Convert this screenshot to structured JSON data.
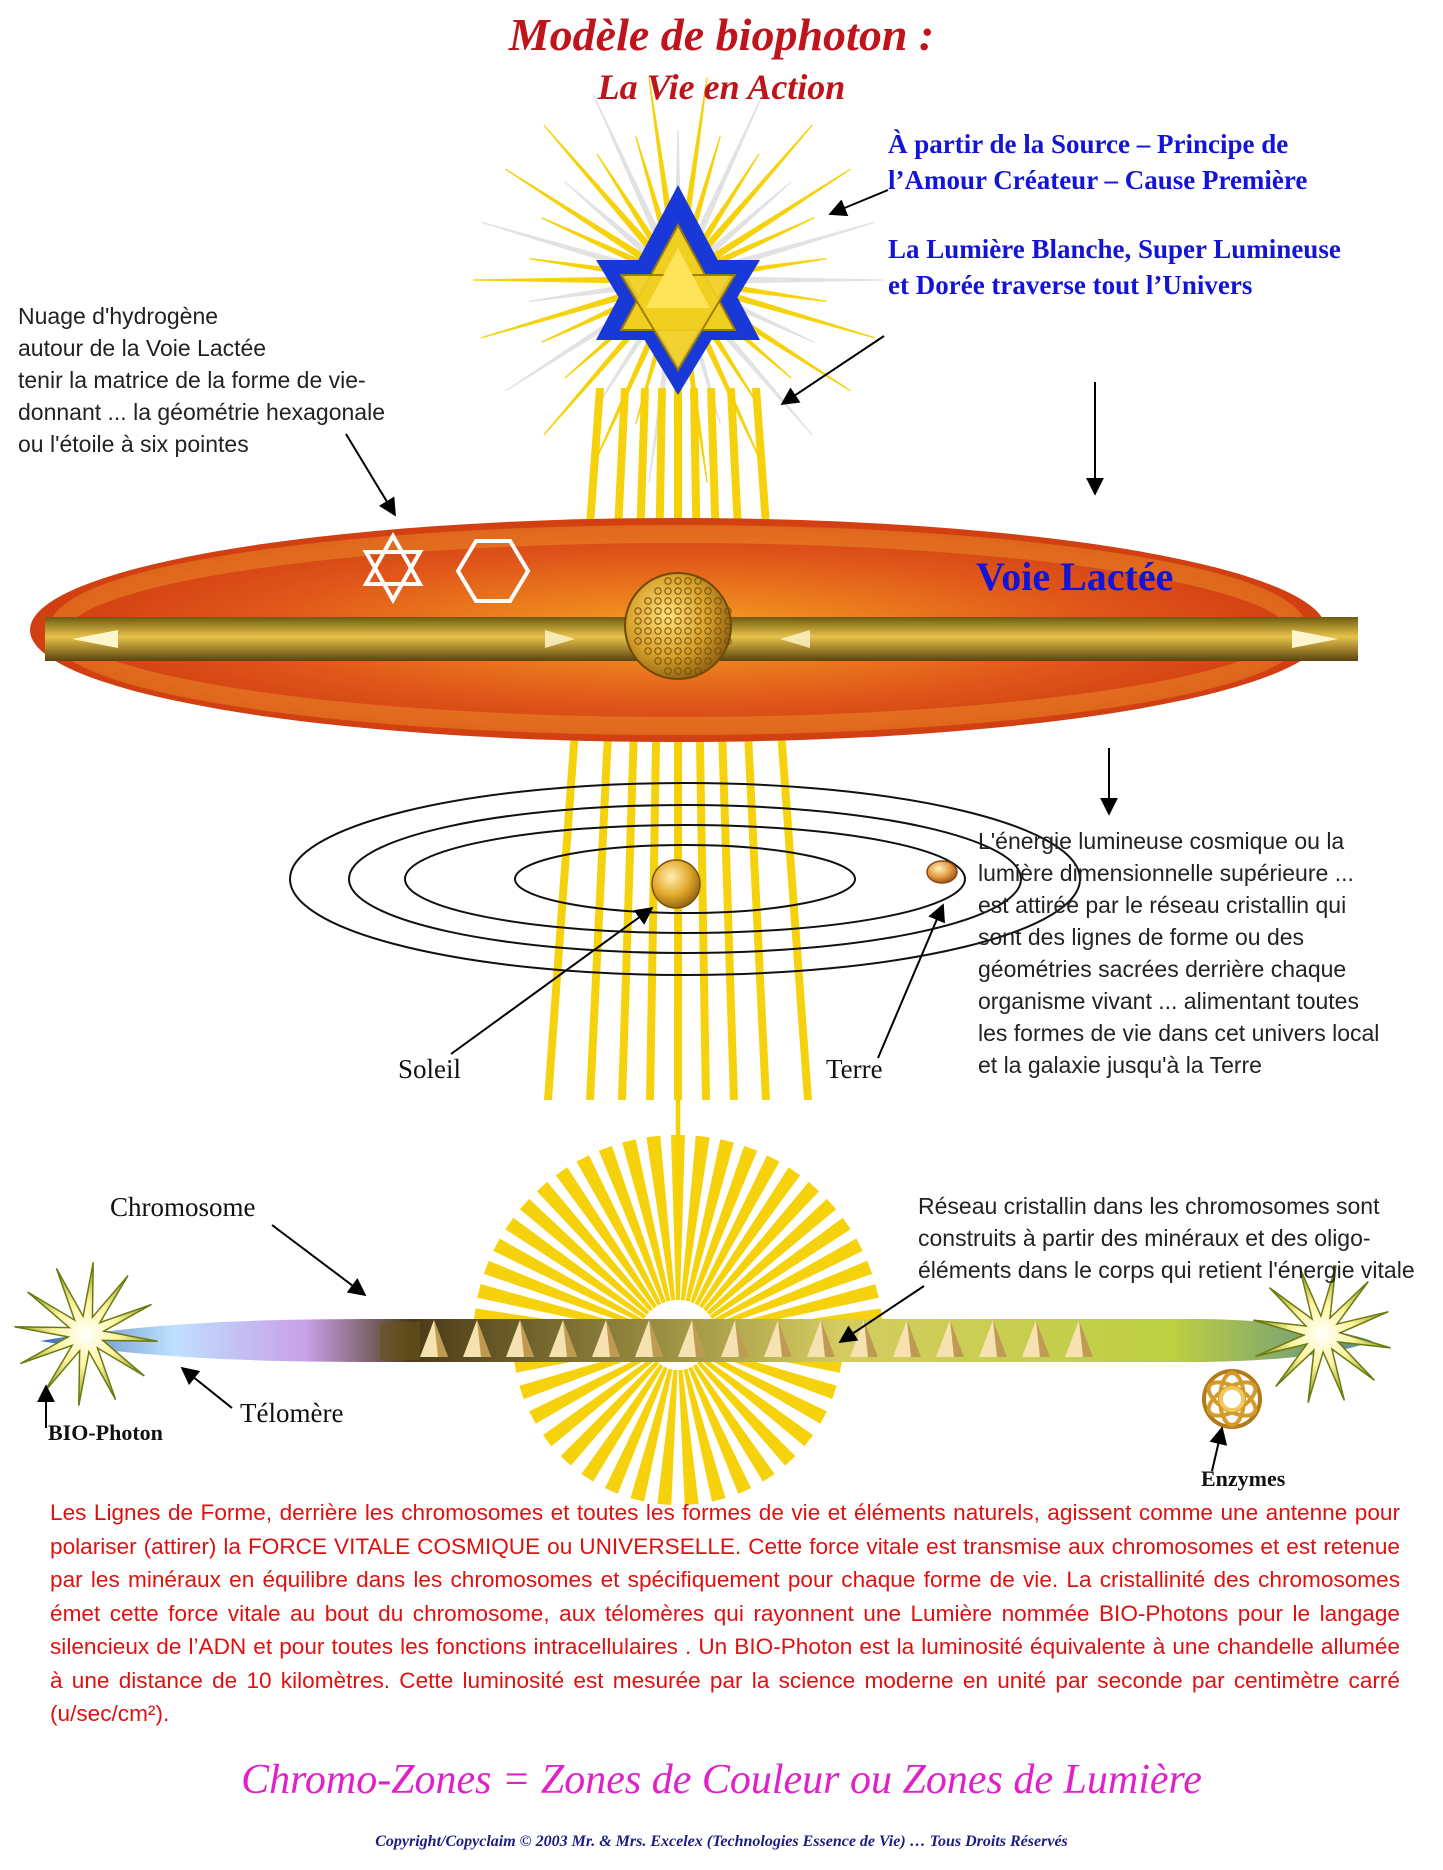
{
  "title": "Modèle de biophoton :",
  "subtitle": "La Vie en Action",
  "source_text": [
    "À partir de la Source – Principe de",
    "l’Amour Créateur – Cause Première"
  ],
  "white_light_text": [
    "La Lumière Blanche, Super Lumineuse",
    "et Dorée traverse tout l’Univers"
  ],
  "hydrogen_note": [
    "Nuage d'hydrogène",
    "autour de la Voie Lactée",
    "tenir la matrice de la forme de vie-",
    "donnant ... la géométrie hexagonale",
    "ou l'étoile à six pointes"
  ],
  "milky_way_label": "Voie Lactée",
  "energy_note": [
    "L'énergie lumineuse cosmique ou la",
    "lumière dimensionnelle supérieure ...",
    "est attirée par le réseau cristallin qui",
    "sont des lignes de forme ou des",
    "géométries sacrées derrière chaque",
    "organisme vivant ... alimentant toutes",
    "les formes de vie dans cet univers local",
    "et la galaxie jusqu'à la Terre"
  ],
  "sun_label": "Soleil",
  "earth_label": "Terre",
  "chromosome_label": "Chromosome",
  "crystal_note": [
    "Réseau cristallin dans les chromosomes sont",
    "construits à partir des minéraux et des oligo-",
    "éléments dans le corps qui retient l'énergie vitale"
  ],
  "telomere_label": "Télomère",
  "biophoton_label": "BIO-Photon",
  "enzymes_label": "Enzymes",
  "paragraph": "Les Lignes de Forme, derrière les chromosomes et toutes les formes de vie et éléments naturels, agissent comme une antenne pour polariser (attirer) la FORCE VITALE COSMIQUE ou UNIVERSELLE.  Cette force vitale est transmise aux chromosomes et est retenue par les minéraux en équilibre dans les chromosomes et spécifiquement pour chaque forme de vie. La cristallinité des chromosomes émet cette force vitale au bout du chromosome, aux télomères qui rayonnent une Lumière nommée BIO-Photons pour le langage silencieux de l’ADN et pour toutes les fonctions intracellulaires .  Un BIO-Photon est la luminosité équivalente à une chandelle allumée à une distance de 10 kilomètres.  Cette luminosité est mesurée par la science moderne en unité par seconde par centimètre carré (u/sec/cm²).",
  "chromo_zones": "Chromo-Zones = Zones de Couleur ou Zones de Lumière",
  "copyright": "Copyright/Copyclaim ©  2003   Mr. & Mrs. Excelex (Technologies Essence de Vie)  …  Tous Droits Réservés",
  "colors": {
    "title": "#c0141b",
    "blue_text": "#1414d6",
    "paragraph": "#e01010",
    "chromo_zones": "#e020c8",
    "rays": "#f5d000",
    "galaxy": "#d9480f"
  },
  "icons": [
    "star-of-david-icon",
    "hexagon-icon",
    "merkaba-star-icon",
    "sun-sphere-icon",
    "earth-planet-icon",
    "biophoton-star-icon",
    "enzyme-knot-icon",
    "pyramid-icon"
  ]
}
